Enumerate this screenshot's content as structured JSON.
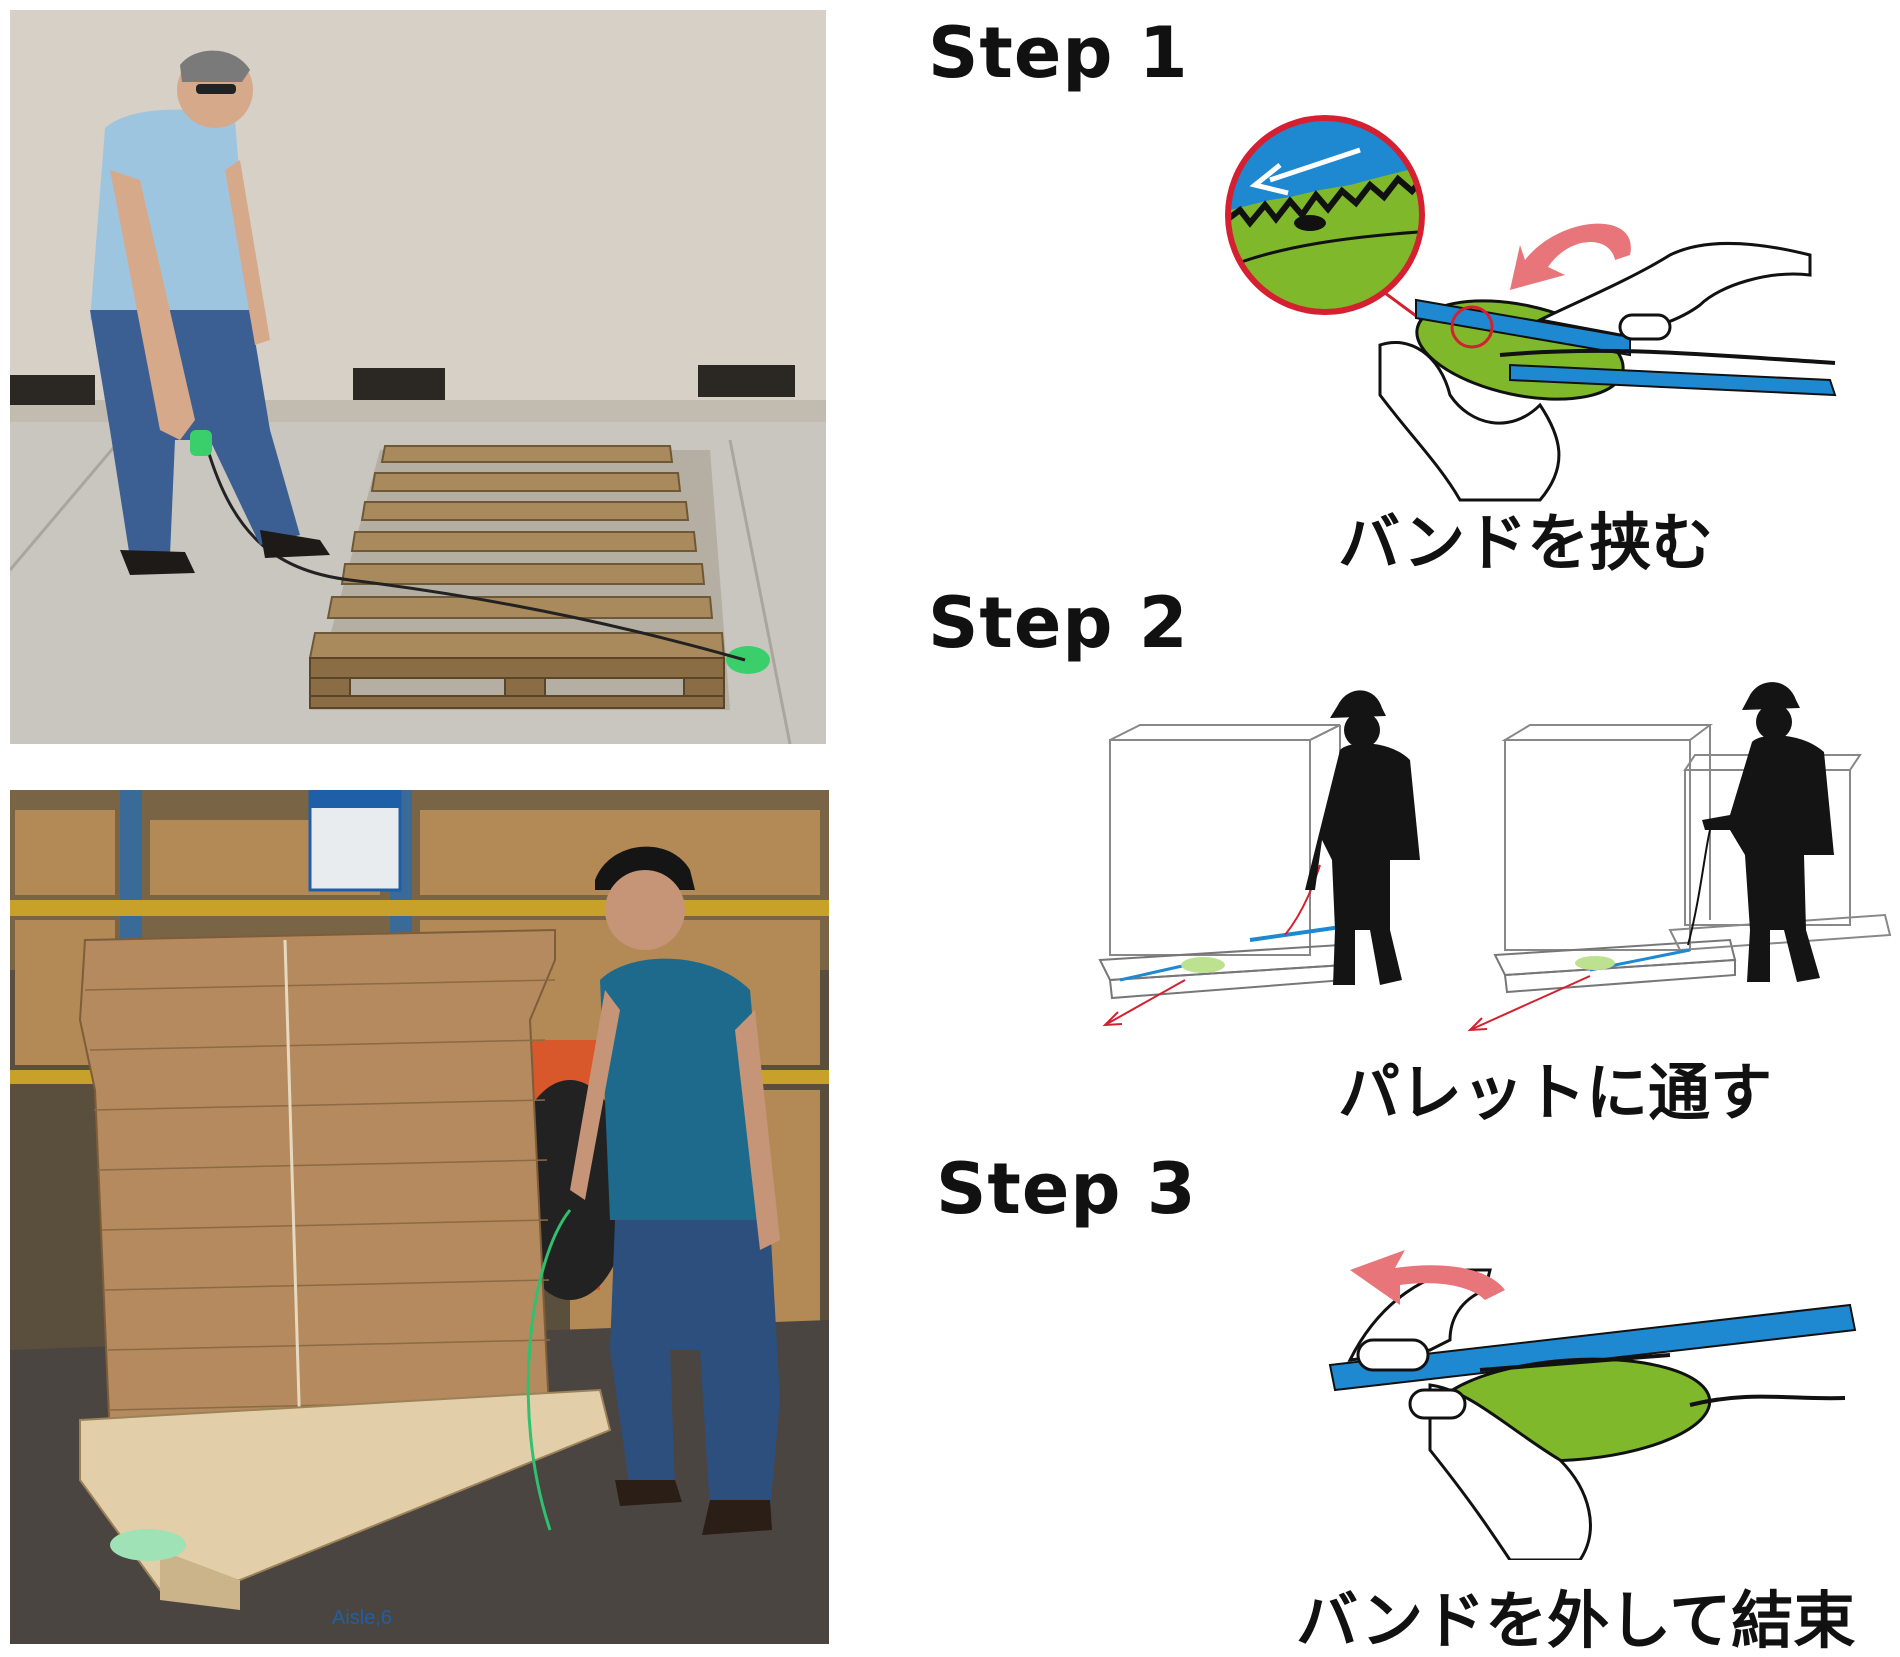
{
  "steps": [
    {
      "title": "Step 1",
      "caption": "バンドを挟む"
    },
    {
      "title": "Step 2",
      "caption": "パレットに通す"
    },
    {
      "title": "Step 3",
      "caption": "バンドを外して結束"
    }
  ],
  "warehouse_sign": "Aisle,6",
  "colors": {
    "band_blue": "#1e88d0",
    "tool_green": "#7fb82a",
    "arrow_red": "#e8757a",
    "zoom_circle": "#d42030",
    "silhouette": "#141414"
  }
}
